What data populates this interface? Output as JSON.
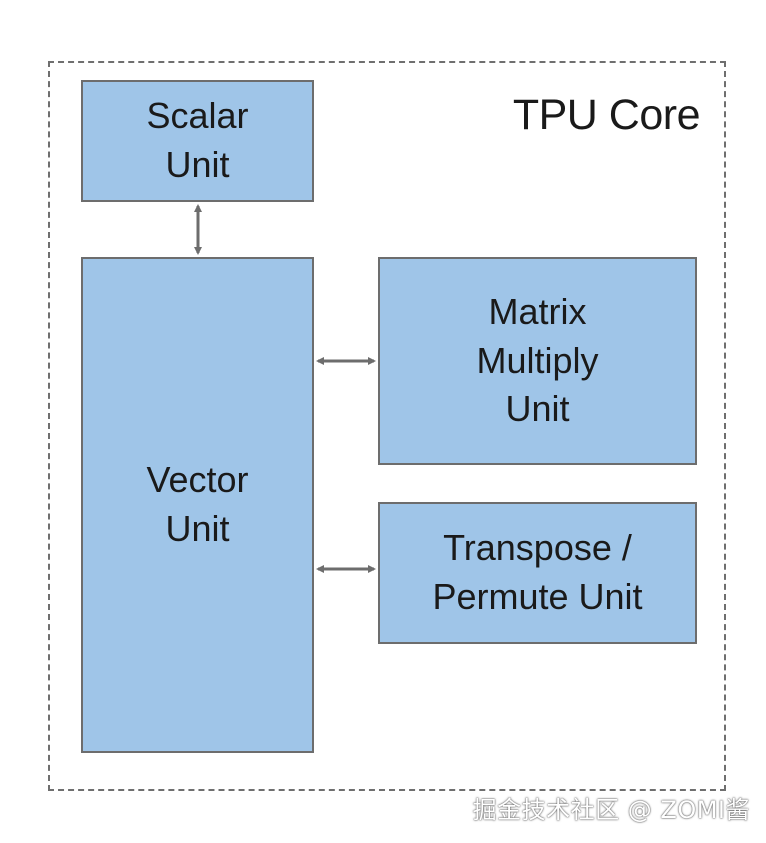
{
  "diagram": {
    "core_title": "TPU Core",
    "units": {
      "scalar": "Scalar\nUnit",
      "vector": "Vector\nUnit",
      "matrix": "Matrix\nMultiply\nUnit",
      "transpose": "Transpose /\nPermute Unit"
    },
    "colors": {
      "unit_fill": "#9fc5e8",
      "unit_border": "#6d6d6d",
      "frame_border": "#6f6f6f",
      "arrow": "#6d6d6d"
    }
  },
  "watermark": "掘金技术社区 @ ZOMI酱"
}
